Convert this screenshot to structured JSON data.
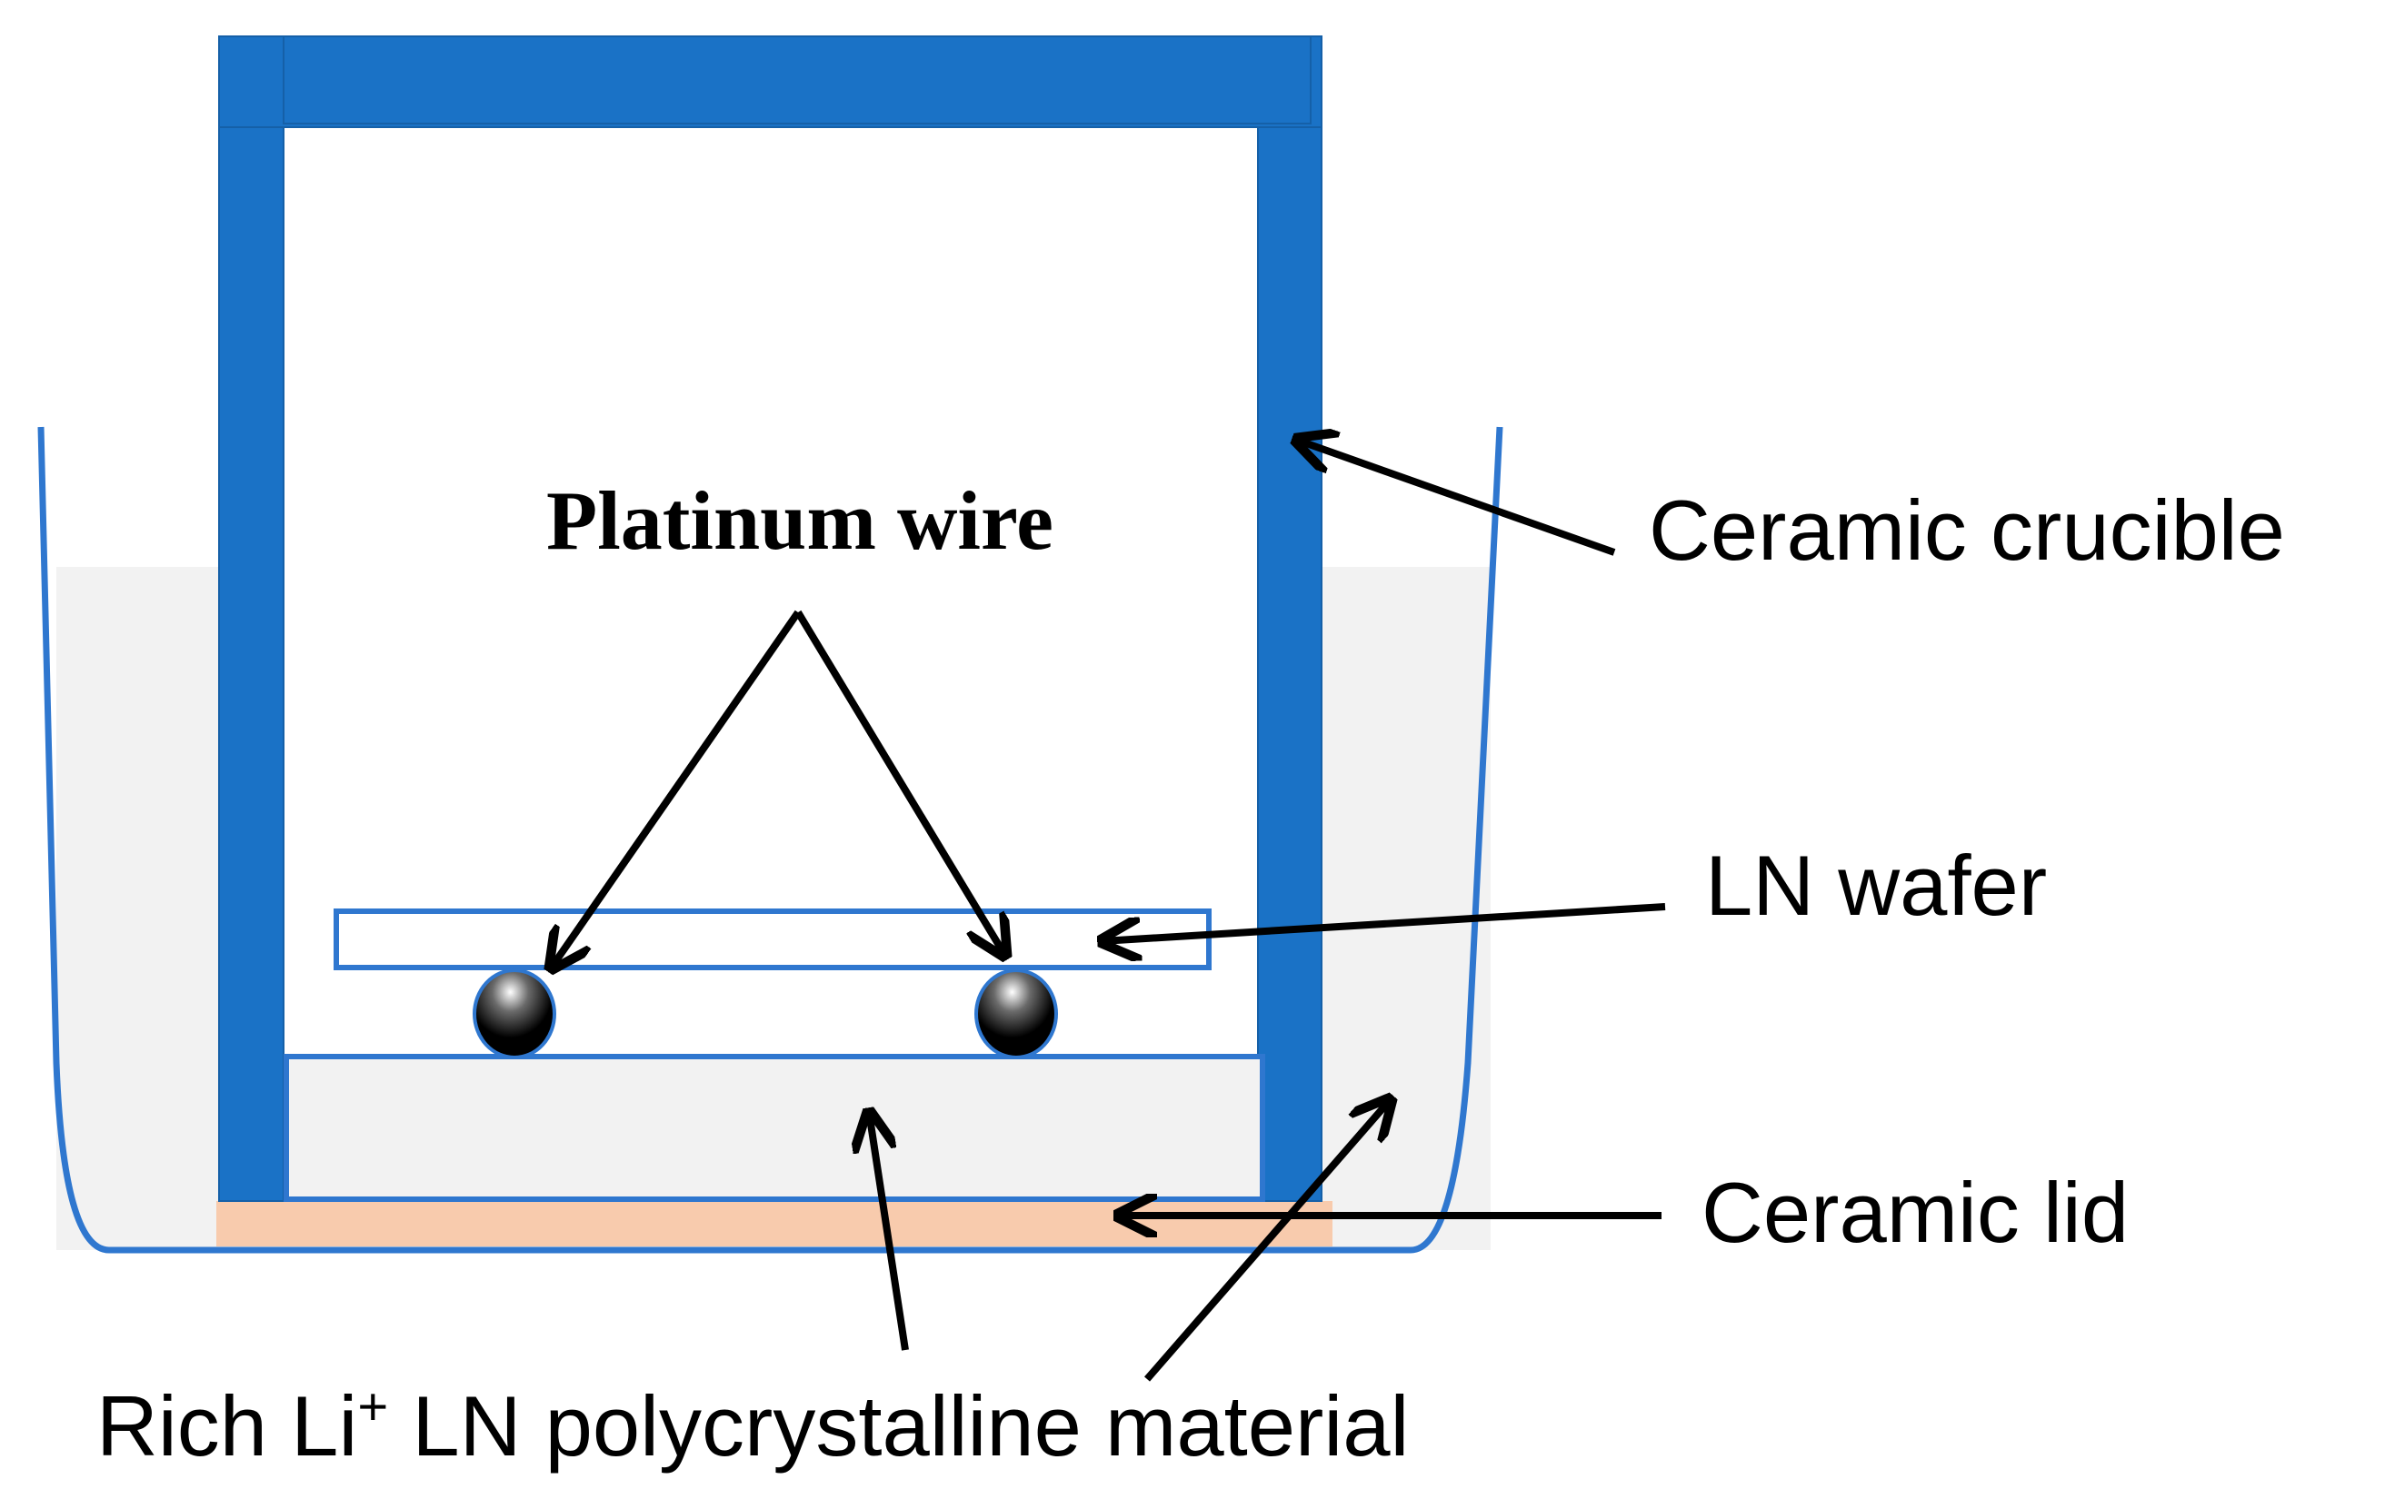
{
  "labels": {
    "platinum_wire": "Platinum wire",
    "ceramic_crucible": "Ceramic crucible",
    "ln_wafer": "LN wafer",
    "ceramic_lid": "Ceramic lid",
    "rich_li_prefix": "Rich Li",
    "rich_li_superscript": "+",
    "rich_li_suffix": " LN polycrystalline material"
  },
  "colors": {
    "crucible_blue": "#1a72c6",
    "outline_blue": "#2f77cf",
    "powder_gray": "#f2f2f2",
    "lid_peach": "#f8cbad",
    "arrow_black": "#000000",
    "wire_black": "#000000"
  }
}
